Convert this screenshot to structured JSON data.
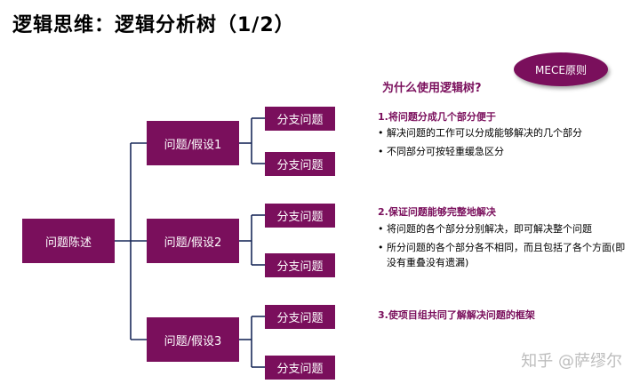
{
  "title": "逻辑思维：逻辑分析树（1/2）",
  "tree": {
    "root": "问题陈述",
    "hypotheses": [
      {
        "label": "问题/假设1",
        "leaves": [
          "分支问题",
          "分支问题"
        ]
      },
      {
        "label": "问题/假设2",
        "leaves": [
          "分支问题",
          "分支问题"
        ]
      },
      {
        "label": "问题/假设3",
        "leaves": [
          "分支问题",
          "分支问题"
        ]
      }
    ]
  },
  "panel": {
    "badge": "MECE原则",
    "question": "为什么使用逻辑树?",
    "sections": [
      {
        "heading": "1.将问题分成几个部分便于",
        "bullets": [
          "解决问题的工作可以分成能够解决的几个部分",
          "不同部分可按轻重缓急区分"
        ]
      },
      {
        "heading": "2.保证问题能够完整地解决",
        "bullets": [
          "将问题的各个部分分别解决，即可解决整个问题",
          "所分问题的各个部分各不相同，而且包括了各个方面(即没有重叠没有遗漏)"
        ]
      },
      {
        "heading": "3.使项目组共同了解解决问题的框架",
        "bullets": []
      }
    ]
  },
  "watermark": "知乎 @萨缪尔",
  "colors": {
    "accent": "#7a0f5c",
    "line": "#1a2a5a"
  }
}
